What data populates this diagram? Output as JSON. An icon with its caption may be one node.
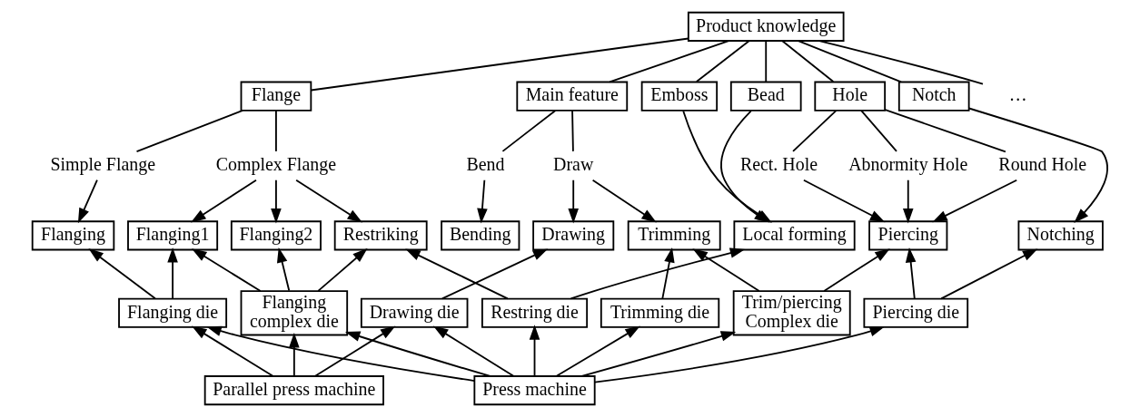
{
  "diagram": {
    "nodes": [
      {
        "text": [
          "Product knowledge"
        ]
      },
      {
        "text": [
          "Main feature"
        ]
      },
      {
        "text": [
          "Flange"
        ]
      },
      {
        "text": [
          "Emboss"
        ]
      },
      {
        "text": [
          "Bead"
        ]
      },
      {
        "text": [
          "Hole"
        ]
      },
      {
        "text": [
          "Notch"
        ]
      },
      {
        "text": [
          "…"
        ]
      },
      {
        "text": [
          "Draw"
        ]
      },
      {
        "text": [
          "Bend"
        ]
      },
      {
        "text": [
          "Simple Flange"
        ]
      },
      {
        "text": [
          "Complex Flange"
        ]
      },
      {
        "text": [
          "Round Hole"
        ]
      },
      {
        "text": [
          "Rect. Hole"
        ]
      },
      {
        "text": [
          "Abnormity Hole"
        ]
      },
      {
        "text": [
          "Drawing"
        ]
      },
      {
        "text": [
          "Trimming"
        ]
      },
      {
        "text": [
          "Bending"
        ]
      },
      {
        "text": [
          "Flanging"
        ]
      },
      {
        "text": [
          "Flanging1"
        ]
      },
      {
        "text": [
          "Flanging2"
        ]
      },
      {
        "text": [
          "Restriking"
        ]
      },
      {
        "text": [
          "Local forming"
        ]
      },
      {
        "text": [
          "Piercing"
        ]
      },
      {
        "text": [
          "Notching"
        ]
      },
      {
        "text": [
          "Drawing die"
        ]
      },
      {
        "text": [
          "Trimming die"
        ]
      },
      {
        "text": [
          "Flanging die"
        ]
      },
      {
        "text": [
          "Flanging complex die"
        ]
      },
      {
        "text": [
          "Restring die"
        ]
      },
      {
        "text": [
          "Trim/piercing Complex die"
        ]
      },
      {
        "text": [
          "Piercing die"
        ]
      },
      {
        "text": [
          "Parallel press machine"
        ]
      },
      {
        "text": [
          "Press machine"
        ]
      }
    ],
    "edges": [
      {
        "from": 0,
        "to": 1,
        "arrow": "none"
      },
      {
        "from": 0,
        "to": 2,
        "arrow": "none"
      },
      {
        "from": 0,
        "to": 3,
        "arrow": "none"
      },
      {
        "from": 0,
        "to": 4,
        "arrow": "none"
      },
      {
        "from": 0,
        "to": 5,
        "arrow": "none"
      },
      {
        "from": 0,
        "to": 6,
        "arrow": "none"
      },
      {
        "from": 0,
        "to": 7,
        "arrow": "none"
      },
      {
        "from": 1,
        "to": 8,
        "arrow": "none"
      },
      {
        "from": 1,
        "to": 9,
        "arrow": "none"
      },
      {
        "from": 2,
        "to": 10,
        "arrow": "none"
      },
      {
        "from": 2,
        "to": 11,
        "arrow": "none"
      },
      {
        "from": 5,
        "to": 12,
        "arrow": "none"
      },
      {
        "from": 5,
        "to": 13,
        "arrow": "none"
      },
      {
        "from": 5,
        "to": 14,
        "arrow": "none"
      },
      {
        "from": 8,
        "to": 15,
        "arrow": "to"
      },
      {
        "from": 8,
        "to": 16,
        "arrow": "to"
      },
      {
        "from": 9,
        "to": 17,
        "arrow": "to"
      },
      {
        "from": 10,
        "to": 18,
        "arrow": "to"
      },
      {
        "from": 11,
        "to": 19,
        "arrow": "to"
      },
      {
        "from": 11,
        "to": 20,
        "arrow": "to"
      },
      {
        "from": 11,
        "to": 21,
        "arrow": "to"
      },
      {
        "from": 3,
        "to": 22,
        "arrow": "to"
      },
      {
        "from": 4,
        "to": 22,
        "arrow": "to"
      },
      {
        "from": 12,
        "to": 23,
        "arrow": "to"
      },
      {
        "from": 13,
        "to": 23,
        "arrow": "to"
      },
      {
        "from": 14,
        "to": 23,
        "arrow": "to"
      },
      {
        "from": 6,
        "to": 24,
        "arrow": "to"
      },
      {
        "from": 25,
        "to": 15,
        "arrow": "to"
      },
      {
        "from": 26,
        "to": 16,
        "arrow": "to"
      },
      {
        "from": 27,
        "to": 18,
        "arrow": "to"
      },
      {
        "from": 27,
        "to": 19,
        "arrow": "to"
      },
      {
        "from": 28,
        "to": 19,
        "arrow": "to"
      },
      {
        "from": 28,
        "to": 20,
        "arrow": "to"
      },
      {
        "from": 28,
        "to": 21,
        "arrow": "to"
      },
      {
        "from": 29,
        "to": 21,
        "arrow": "to"
      },
      {
        "from": 29,
        "to": 22,
        "arrow": "to"
      },
      {
        "from": 30,
        "to": 16,
        "arrow": "to"
      },
      {
        "from": 30,
        "to": 23,
        "arrow": "to"
      },
      {
        "from": 31,
        "to": 23,
        "arrow": "to"
      },
      {
        "from": 31,
        "to": 24,
        "arrow": "to"
      },
      {
        "from": 32,
        "to": 25,
        "arrow": "to"
      },
      {
        "from": 32,
        "to": 27,
        "arrow": "to"
      },
      {
        "from": 32,
        "to": 28,
        "arrow": "to"
      },
      {
        "from": 33,
        "to": 25,
        "arrow": "to"
      },
      {
        "from": 33,
        "to": 26,
        "arrow": "to"
      },
      {
        "from": 33,
        "to": 27,
        "arrow": "to"
      },
      {
        "from": 33,
        "to": 28,
        "arrow": "to"
      },
      {
        "from": 33,
        "to": 29,
        "arrow": "to"
      },
      {
        "from": 33,
        "to": 30,
        "arrow": "to"
      },
      {
        "from": 33,
        "to": 31,
        "arrow": "to"
      }
    ]
  }
}
